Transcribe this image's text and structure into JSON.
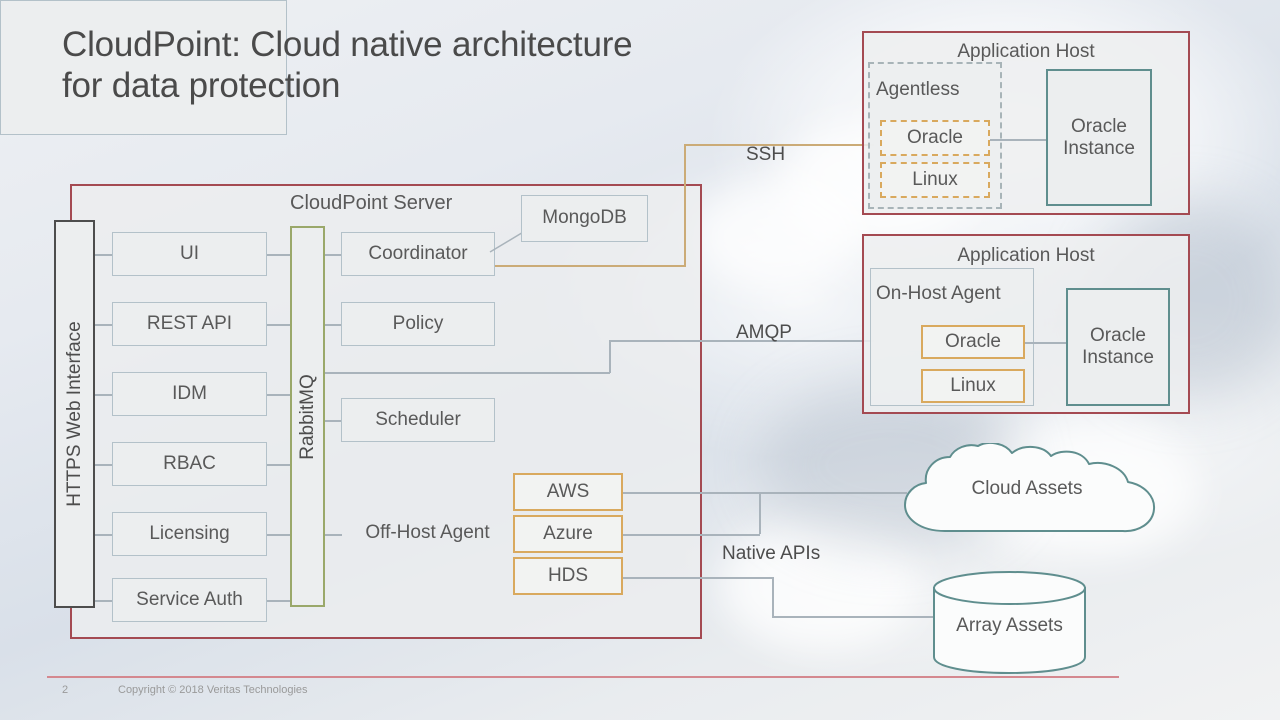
{
  "slide": {
    "title_line1": "CloudPoint: Cloud native architecture",
    "title_line2": "for data protection"
  },
  "colors": {
    "container_red": "#a44a52",
    "box_border": "#b3c1c9",
    "box_fill": "#eceeef",
    "rabbitmq_green": "#9aa86a",
    "orange": "#d9a95e",
    "teal": "#5f8e8e",
    "https_bar": "#4d4d4d",
    "ssh_line_tan": "#cbab77",
    "connector_gray": "#a9b3bb",
    "text": "#595959"
  },
  "cloudpoint_server": {
    "label": "CloudPoint Server",
    "https_bar_label": "HTTPS Web Interface",
    "rabbitmq_bar_label": "RabbitMQ",
    "left_services": [
      {
        "label": "UI"
      },
      {
        "label": "REST API"
      },
      {
        "label": "IDM"
      },
      {
        "label": "RBAC"
      },
      {
        "label": "Licensing"
      },
      {
        "label": "Service Auth"
      }
    ],
    "right_services": [
      {
        "label": "Coordinator"
      },
      {
        "label": "Policy"
      },
      {
        "label": "Scheduler"
      }
    ],
    "database": {
      "label": "MongoDB"
    },
    "off_host_agent": {
      "label": "Off-Host Agent",
      "plugins": [
        {
          "label": "AWS"
        },
        {
          "label": "Azure"
        },
        {
          "label": "HDS"
        }
      ]
    }
  },
  "application_hosts": [
    {
      "title": "Application Host",
      "agent_label": "Agentless",
      "agent_style": "dashed",
      "components": [
        {
          "label": "Oracle"
        },
        {
          "label": "Linux"
        }
      ],
      "instance": {
        "label_line1": "Oracle",
        "label_line2": "Instance"
      }
    },
    {
      "title": "Application Host",
      "agent_label": "On-Host Agent",
      "agent_style": "solid",
      "components": [
        {
          "label": "Oracle"
        },
        {
          "label": "Linux"
        }
      ],
      "instance": {
        "label_line1": "Oracle",
        "label_line2": "Instance"
      }
    }
  ],
  "connectors": [
    {
      "label": "SSH"
    },
    {
      "label": "AMQP"
    },
    {
      "label": "Native APIs"
    }
  ],
  "assets": {
    "cloud": {
      "label": "Cloud Assets"
    },
    "array": {
      "label": "Array Assets"
    }
  },
  "footer": {
    "page_number": "2",
    "copyright": "Copyright © 2018 Veritas Technologies"
  }
}
